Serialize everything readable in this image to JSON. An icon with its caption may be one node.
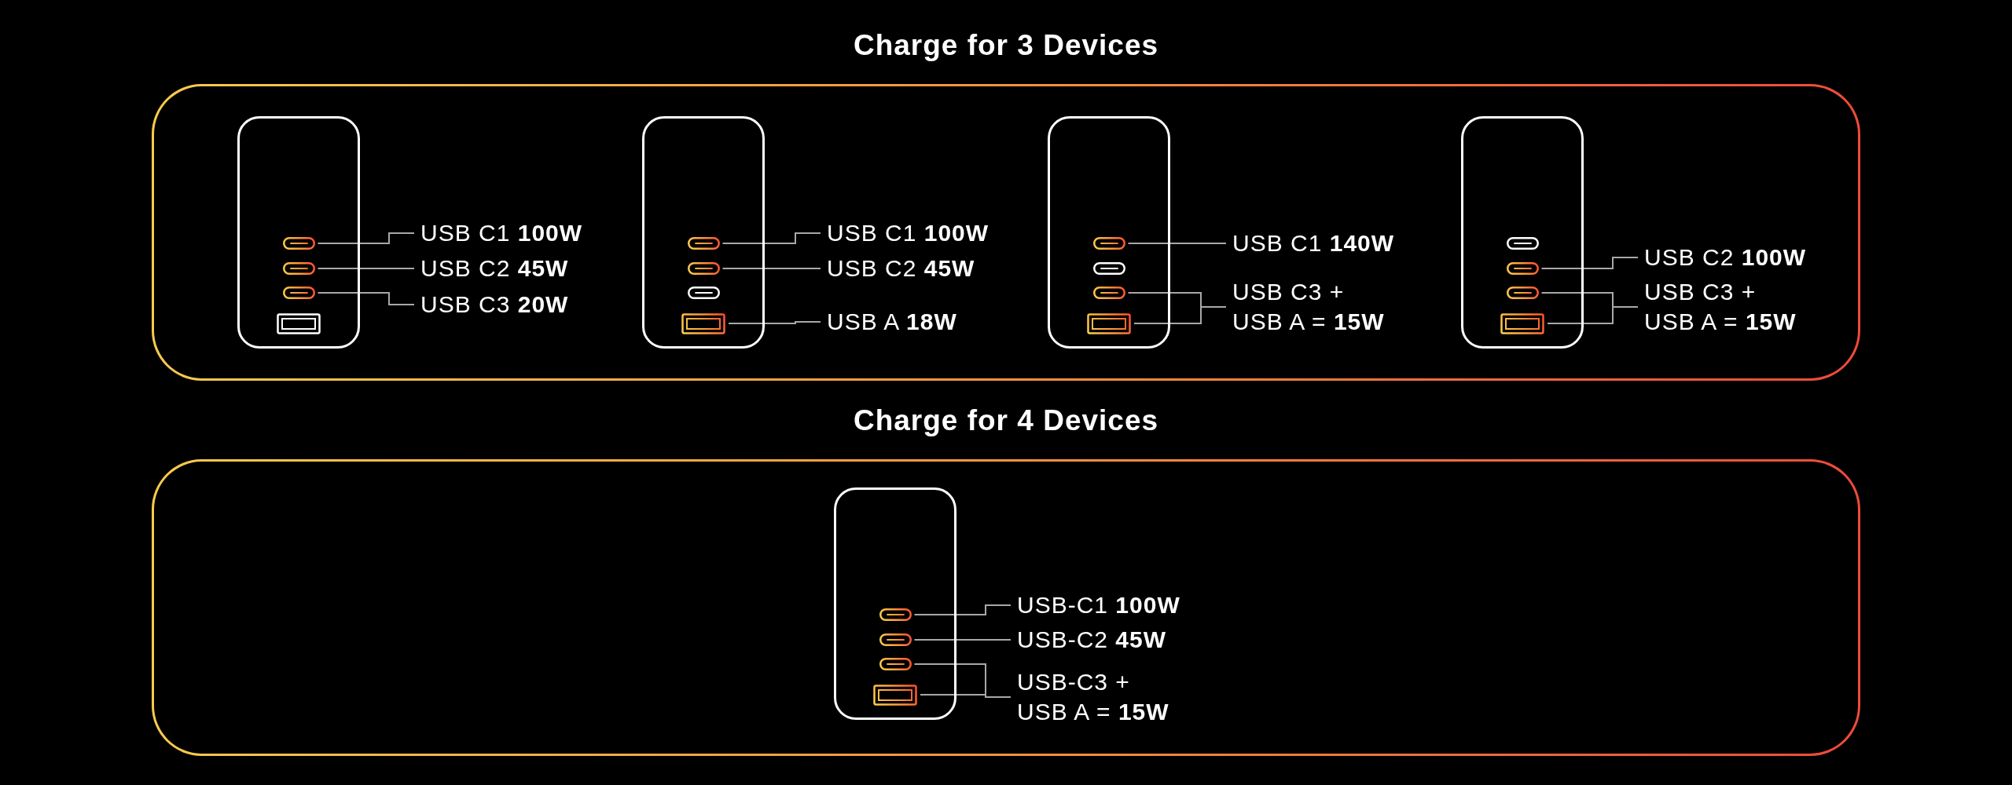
{
  "diagram": {
    "nodes": [
      {
        "text": [
          "Charge for 3 Devices"
        ]
      },
      {
        "text": [],
        "shape": "box",
        "in": 0
      },
      {
        "text": [],
        "shape": "pill",
        "in": 1
      },
      {
        "text": [],
        "shape": "pill",
        "in": 1
      },
      {
        "text": [],
        "shape": "pill",
        "in": 1
      },
      {
        "text": [],
        "shape": "box",
        "in": 1
      },
      {
        "text": [
          "USB C1 **100W**"
        ],
        "in": 0
      },
      {
        "text": [
          "USB C2 **45W**"
        ],
        "in": 0
      },
      {
        "text": [
          "USB C3 **20W**"
        ],
        "in": 0
      },
      {
        "text": [],
        "shape": "box",
        "in": 0
      },
      {
        "text": [],
        "shape": "pill",
        "in": 9
      },
      {
        "text": [],
        "shape": "pill",
        "in": 9
      },
      {
        "text": [],
        "shape": "pill",
        "in": 9
      },
      {
        "text": [],
        "shape": "box",
        "in": 9
      },
      {
        "text": [
          "USB C1 **100W**"
        ],
        "in": 0
      },
      {
        "text": [
          "USB C2 **45W**"
        ],
        "in": 0
      },
      {
        "text": [
          "USB A **18W**"
        ],
        "in": 0
      },
      {
        "text": [],
        "shape": "box",
        "in": 0
      },
      {
        "text": [],
        "shape": "pill",
        "in": 17
      },
      {
        "text": [],
        "shape": "pill",
        "in": 17
      },
      {
        "text": [],
        "shape": "pill",
        "in": 17
      },
      {
        "text": [],
        "shape": "box",
        "in": 17
      },
      {
        "text": [
          "USB C1 **140W**"
        ],
        "in": 0
      },
      {
        "text": [
          "USB C3 + USB A = **15W**"
        ],
        "in": 0
      },
      {
        "text": [],
        "shape": "box",
        "in": 0
      },
      {
        "text": [],
        "shape": "pill",
        "in": 24
      },
      {
        "text": [],
        "shape": "pill",
        "in": 24
      },
      {
        "text": [],
        "shape": "pill",
        "in": 24
      },
      {
        "text": [],
        "shape": "box",
        "in": 24
      },
      {
        "text": [
          "USB C2 **100W**"
        ],
        "in": 0
      },
      {
        "text": [
          "USB C3 + USB A = **15W**"
        ],
        "in": 0
      },
      {
        "text": [
          "Charge for 4 Devices"
        ]
      },
      {
        "text": [],
        "shape": "box",
        "in": 31
      },
      {
        "text": [],
        "shape": "pill",
        "in": 32
      },
      {
        "text": [],
        "shape": "pill",
        "in": 32
      },
      {
        "text": [],
        "shape": "pill",
        "in": 32
      },
      {
        "text": [],
        "shape": "box",
        "in": 32
      },
      {
        "text": [
          "USB-C1 **100W**"
        ],
        "in": 31
      },
      {
        "text": [
          "USB-C2 **45W**"
        ],
        "in": 31
      },
      {
        "text": [
          "USB-C3 + USB A = **15W**"
        ],
        "in": 31
      }
    ],
    "edges": [
      {
        "from": 6,
        "to": 2,
        "arrow": "none"
      },
      {
        "from": 7,
        "to": 3,
        "arrow": "none"
      },
      {
        "from": 8,
        "to": 4,
        "arrow": "none"
      },
      {
        "from": 14,
        "to": 10,
        "arrow": "none"
      },
      {
        "from": 15,
        "to": 11,
        "arrow": "none"
      },
      {
        "from": 16,
        "to": 13,
        "arrow": "none"
      },
      {
        "from": 22,
        "to": 18,
        "arrow": "none"
      },
      {
        "from": 23,
        "to": 20,
        "arrow": "none"
      },
      {
        "from": 23,
        "to": 21,
        "arrow": "none"
      },
      {
        "from": 29,
        "to": 26,
        "arrow": "none"
      },
      {
        "from": 30,
        "to": 27,
        "arrow": "none"
      },
      {
        "from": 30,
        "to": 28,
        "arrow": "none"
      },
      {
        "from": 37,
        "to": 33,
        "arrow": "none"
      },
      {
        "from": 38,
        "to": 34,
        "arrow": "none"
      },
      {
        "from": 39,
        "to": 35,
        "arrow": "none"
      },
      {
        "from": 39,
        "to": 36,
        "arrow": "none"
      }
    ]
  }
}
